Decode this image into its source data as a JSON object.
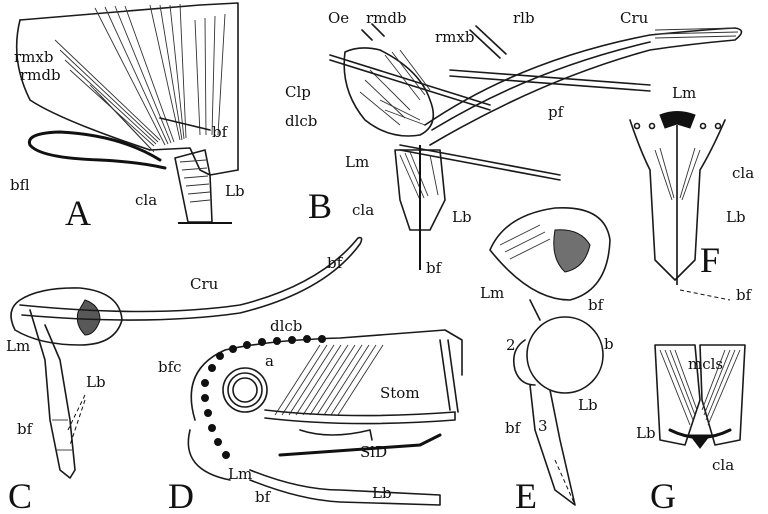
{
  "panels": {
    "A": {
      "letter": "A",
      "labels": {
        "rmxb": "rmxb",
        "rmdb": "rmdb",
        "bf": "bf",
        "bfl": "bfl",
        "cla": "cla",
        "Lb": "Lb"
      }
    },
    "B": {
      "letter": "B",
      "labels": {
        "Oe": "Oe",
        "rmdb": "rmdb",
        "rmxb": "rmxb",
        "rlb": "rlb",
        "Cru": "Cru",
        "Clp": "Clp",
        "pf": "pf",
        "dlcb": "dlcb",
        "Lm": "Lm",
        "cla": "cla",
        "Lb": "Lb",
        "bf": "bf"
      }
    },
    "C": {
      "letter": "C",
      "labels": {
        "Cru": "Cru",
        "bf_top": "bf",
        "Lm": "Lm",
        "Lb": "Lb",
        "bf": "bf"
      }
    },
    "D": {
      "letter": "D",
      "labels": {
        "dlcb": "dlcb",
        "bfc": "bfc",
        "a": "a",
        "Stom": "Stom",
        "SlD": "SlD",
        "Lm": "Lm",
        "bf": "bf",
        "Lb": "Lb"
      }
    },
    "E": {
      "letter": "E",
      "labels": {
        "Lm": "Lm",
        "bf": "bf",
        "b": "b",
        "two": "2",
        "three": "3",
        "Lb": "Lb",
        "bf_low": "bf"
      }
    },
    "F": {
      "letter": "F",
      "labels": {
        "Lm": "Lm",
        "cla": "cla",
        "Lb": "Lb",
        "bf": "bf"
      }
    },
    "G": {
      "letter": "G",
      "labels": {
        "mcls": "mcls",
        "Lb": "Lb",
        "cla": "cla"
      }
    }
  }
}
